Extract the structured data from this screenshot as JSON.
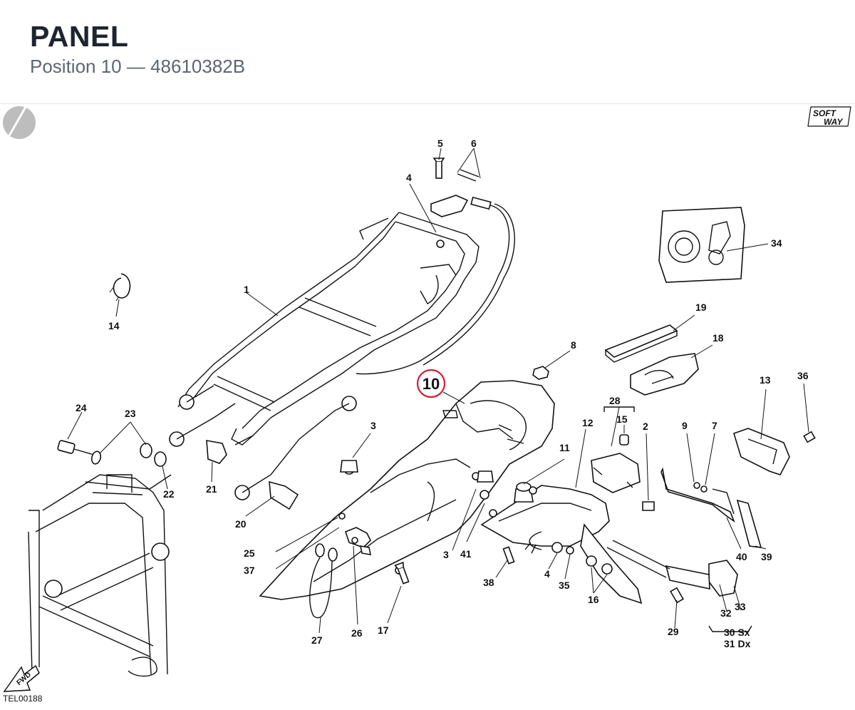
{
  "header": {
    "title": "PANEL",
    "subtitle": "Position 10 — 48610382B"
  },
  "diagram": {
    "reference_code": "TEL00188",
    "brand_logo_text": [
      "SOFT",
      "WAY"
    ],
    "fwd_label": "FWD",
    "highlight_color": "#d0202e",
    "highlighted_label": "10",
    "callouts": {
      "c1": "1",
      "c2": "2",
      "c3a": "3",
      "c3b": "3",
      "c4a": "4",
      "c4b": "4",
      "c5": "5",
      "c6": "6",
      "c7": "7",
      "c8": "8",
      "c9": "9",
      "c11": "11",
      "c12": "12",
      "c13": "13",
      "c14": "14",
      "c15": "15",
      "c16": "16",
      "c17": "17",
      "c18": "18",
      "c19": "19",
      "c20": "20",
      "c21": "21",
      "c22": "22",
      "c23": "23",
      "c24": "24",
      "c25": "25",
      "c26": "26",
      "c27": "27",
      "c28": "28",
      "c29": "29",
      "c30": "30 Sx",
      "c31": "31 Dx",
      "c32": "32",
      "c33": "33",
      "c34": "34",
      "c35": "35",
      "c36": "36",
      "c37": "37",
      "c38": "38",
      "c39": "39",
      "c40": "40",
      "c41": "41"
    }
  }
}
